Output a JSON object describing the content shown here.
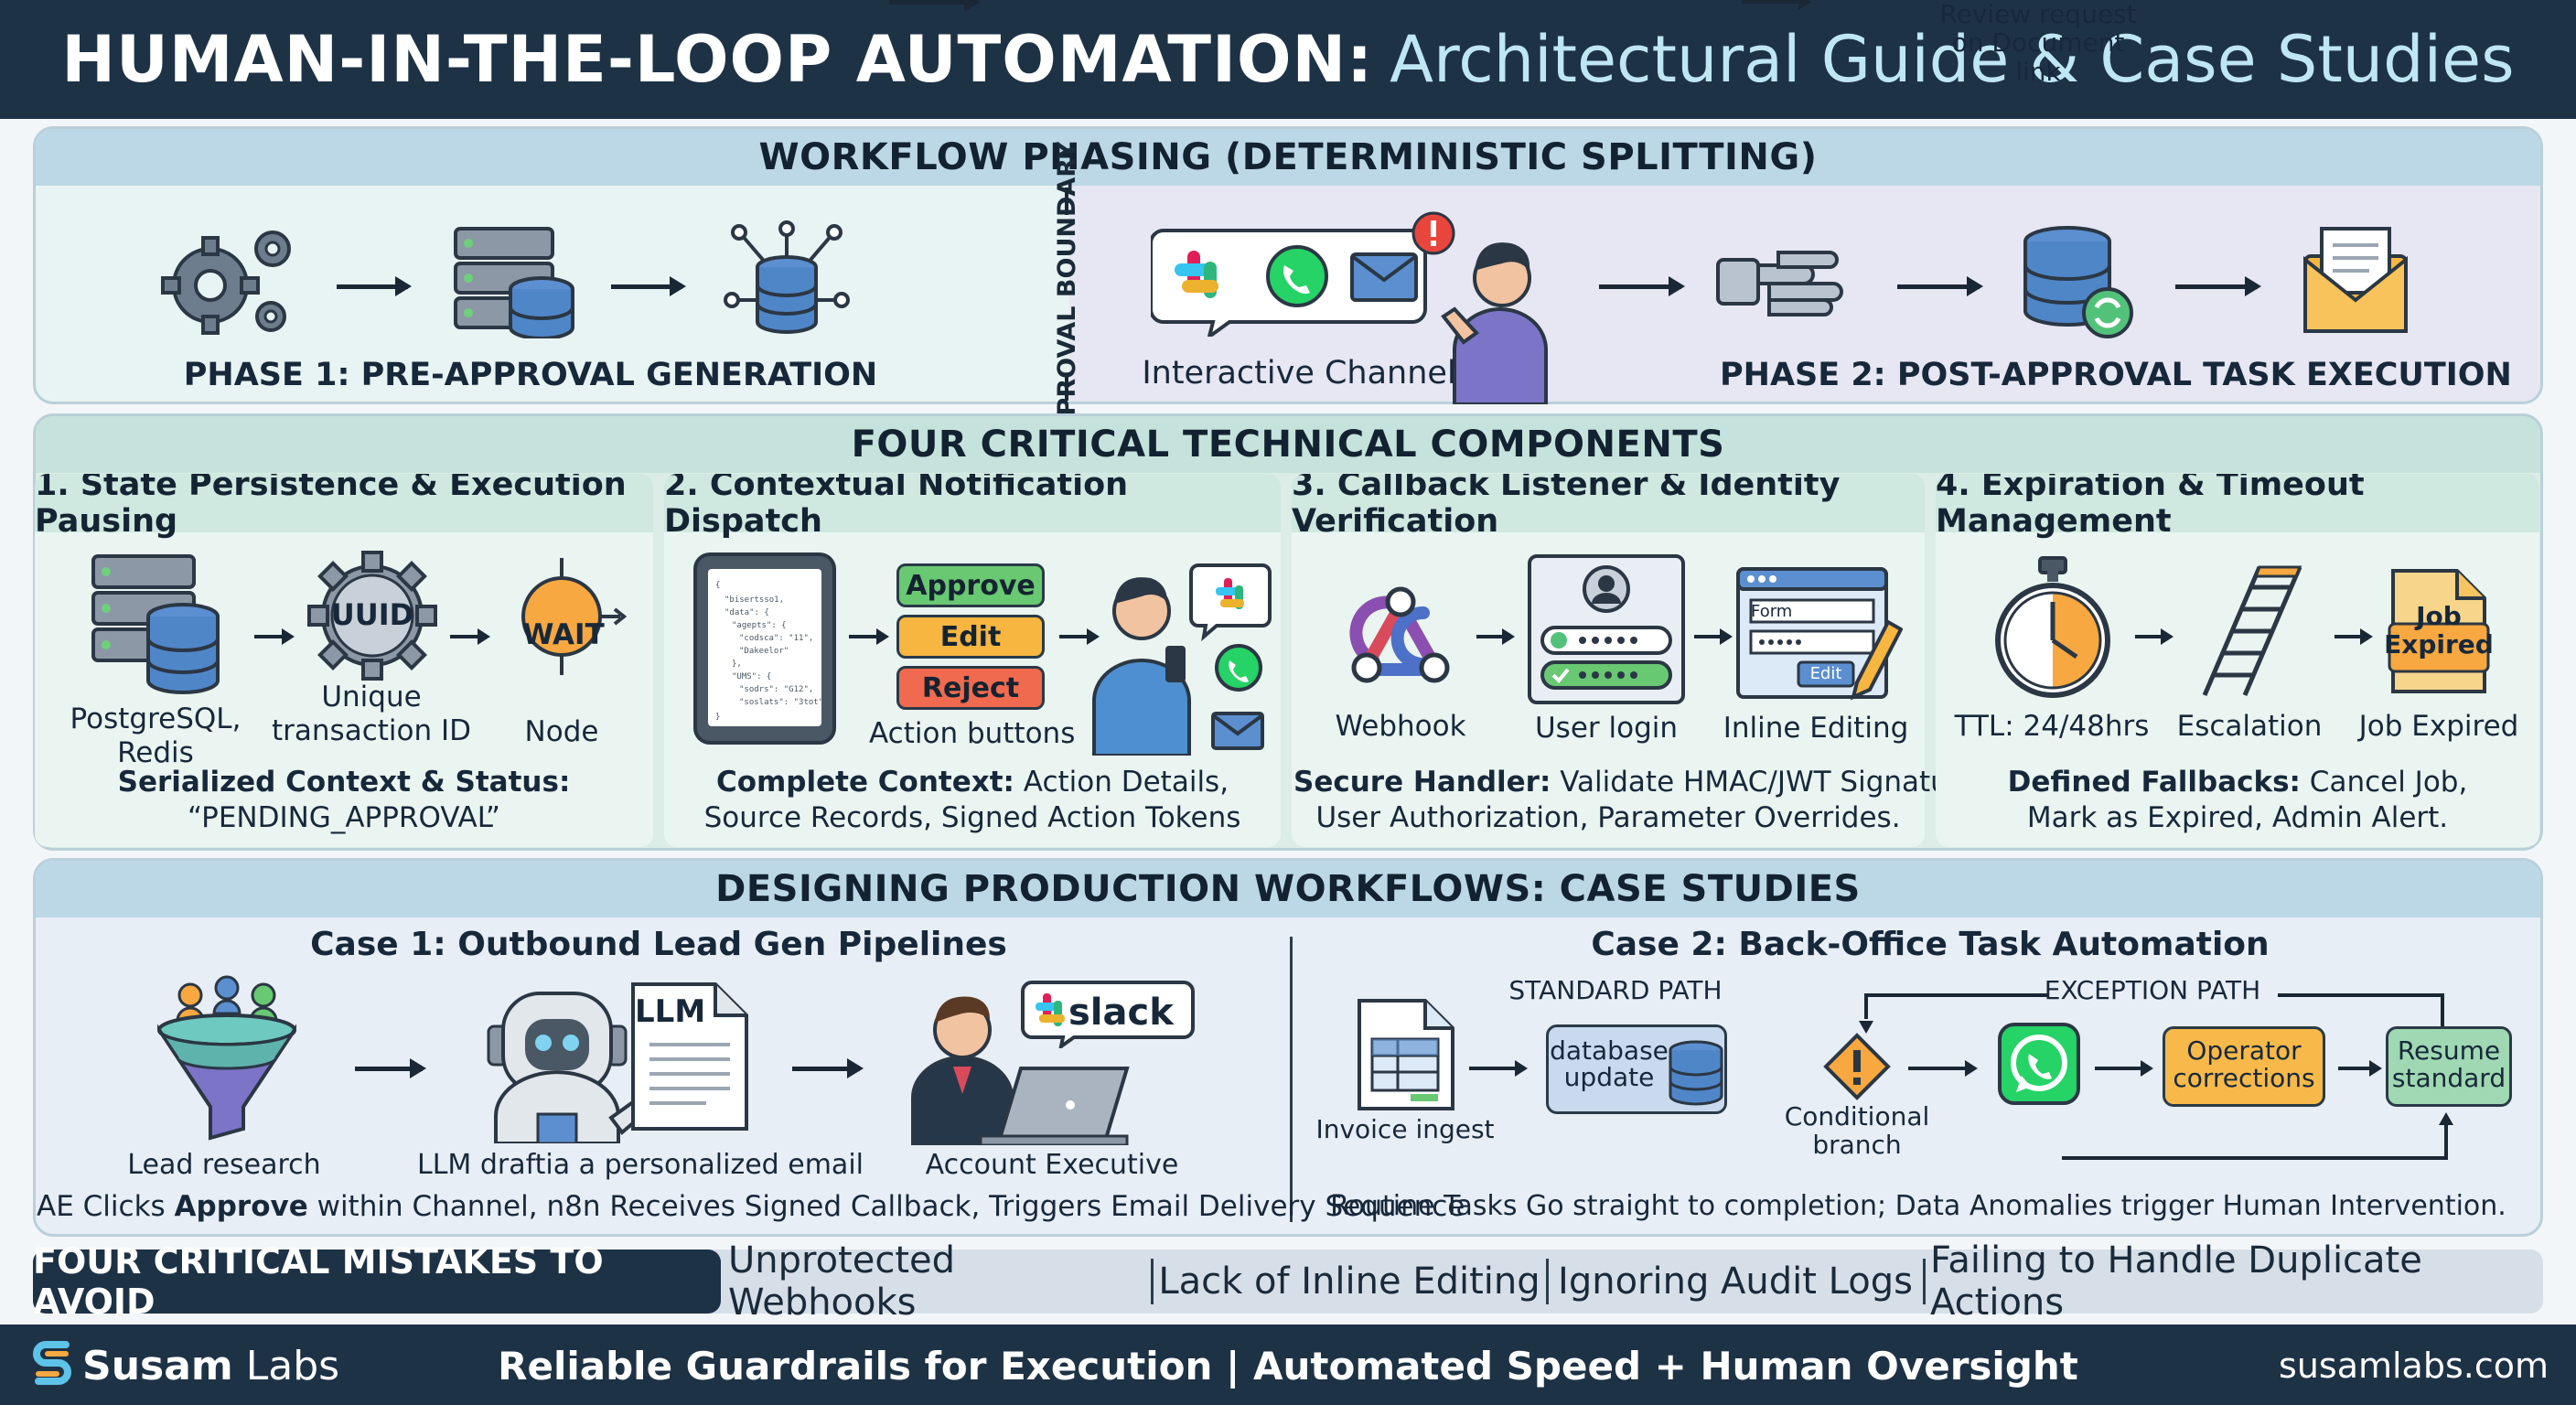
{
  "header": {
    "title_bold": "HUMAN-IN-THE-LOOP AUTOMATION:",
    "title_light": "Architectural Guide & Case Studies"
  },
  "phasing": {
    "title": "WORKFLOW PHASING (DETERMINISTIC SPLITTING)",
    "phase1": "PHASE 1: PRE-APPROVAL GENERATION",
    "boundary": "APPROVAL BOUNDARY",
    "channel": "Interactive Channel",
    "phase2": "PHASE 2: POST-APPROVAL TASK EXECUTION"
  },
  "components": {
    "title": "FOUR CRITICAL TECHNICAL COMPONENTS",
    "c1": {
      "title": "1. State Persistence & Execution Pausing",
      "db": "PostgreSQL,\nRedis",
      "uuid_badge": "UUID",
      "uuid": "Unique\ntransaction ID",
      "wait_badge": "WAIT",
      "wait": "Node",
      "cap_bold": "Serialized Context & Status:",
      "cap_rest": "“PENDING_APPROVAL”"
    },
    "c2": {
      "title": "2. Contextual Notification Dispatch",
      "btn_approve": "Approve",
      "btn_edit": "Edit",
      "btn_reject": "Reject",
      "buttons_label": "Action buttons",
      "cap_bold": "Complete Context:",
      "cap_rest": " Action Details,",
      "cap_line2": "Source Records, Signed Action Tokens"
    },
    "c3": {
      "title": "3. Callback Listener & Identity Verification",
      "webhook": "Webhook",
      "login": "User login",
      "form_label": "Form",
      "edit_label": "Edit",
      "inline": "Inline Editing",
      "cap_bold": "Secure Handler:",
      "cap_rest": " Validate HMAC/JWT Signature,",
      "cap_line2": "User Authorization, Parameter Overrides."
    },
    "c4": {
      "title": "4. Expiration & Timeout Management",
      "ttl": "TTL: 24/48hrs",
      "escalation": "Escalation",
      "doc_badge": "Job\nExpired",
      "expired": "Job Expired",
      "cap_bold": "Defined Fallbacks:",
      "cap_rest": " Cancel Job,",
      "cap_line2": "Mark as Expired, Admin Alert."
    }
  },
  "cases": {
    "title": "DESIGNING PRODUCTION WORKFLOWS: CASE STUDIES",
    "case1": {
      "title": "Case 1: Outbound Lead Gen Pipelines",
      "lead": "Lead research",
      "llm_doc": "LLM",
      "llm": "LLM draftia a personalized email",
      "slack": "slack",
      "ae": "Account Executive",
      "cap_pre": "AE Clicks ",
      "cap_bold": "Approve",
      "cap_post": " within Channel, n8n Receives Signed Callback, Triggers Email Delivery Sequence"
    },
    "case2": {
      "title": "Case 2: Back-Office Task Automation",
      "standard_path": "STANDARD PATH",
      "exception_path": "EXCEPTION PATH",
      "invoice": "Invoice ingest",
      "db_update": "database\nupdate",
      "conditional": "Conditional\nbranch",
      "review": "Review request\non Document link",
      "operator": "Operator\ncorrections",
      "resume": "Resume\nstandard",
      "cap": "Routine Tasks Go straight to completion; Data Anomalies trigger Human Intervention."
    }
  },
  "mistakes": {
    "title": "FOUR CRITICAL MISTAKES TO AVOID",
    "items": [
      "Unprotected Webhooks",
      "Lack of Inline Editing",
      "Ignoring Audit Logs",
      "Failing to Handle Duplicate Actions"
    ]
  },
  "footer": {
    "brand_bold": "Susam",
    "brand_light": " Labs",
    "tagline": "Reliable Guardrails for Execution | Automated Speed + Human Oversight",
    "url": "susamlabs.com"
  },
  "colors": {
    "navy": "#1e3246",
    "approve": "#69c872",
    "edit": "#f6b640",
    "reject": "#ef6a4e",
    "accent_orange": "#f7a840"
  }
}
